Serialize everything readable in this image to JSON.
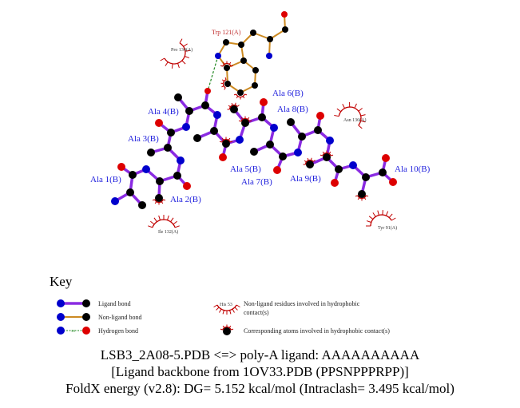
{
  "diagram": {
    "ligand_residues": [
      "Ala 1(B)",
      "Ala 2(B)",
      "Ala 3(B)",
      "Ala 4(B)",
      "Ala 5(B)",
      "Ala 6(B)",
      "Ala 7(B)",
      "Ala 8(B)",
      "Ala 9(B)",
      "Ala 10(B)"
    ],
    "hbond_residue": "Trp 121(A)",
    "hydrophobic_residues": [
      "Pro 134(A)",
      "Ile 132(A)",
      "Asn 136(A)",
      "Tyr 91(A)"
    ]
  },
  "key": {
    "title": "Key",
    "ligand_bond": "Ligand bond",
    "nonligand_bond": "Non-ligand bond",
    "hydrogen_bond": "Hydrogen bond",
    "hbond_distance": "3.0",
    "example_residue": "His 53",
    "nonligand_residues_line1": "Non-ligand residues involved in hydrophobic",
    "nonligand_residues_line2": "contact(s)",
    "corresponding_atoms": "Corresponding atoms involved in hydrophobic contact(s)"
  },
  "footer": {
    "line1": "LSB3_2A08-5.PDB <=> poly-A ligand: AAAAAAAAAA",
    "line2": "[Ligand backbone from 1OV33.PDB (PPSNPPPRPP)]",
    "line3": "FoldX energy (v2.8): DG= 5.152 kcal/mol (Intraclash= 3.495 kcal/mol)"
  },
  "colors": {
    "ligand_bond": "#8a2be2",
    "nonligand_bond": "#cc8a22",
    "carbon": "#000000",
    "nitrogen": "#0000cc",
    "oxygen": "#dd0000",
    "hbond": "#228822",
    "hydrophobic": "#c00000",
    "ligand_label": "#2222dd",
    "trp_label": "#c03030"
  }
}
